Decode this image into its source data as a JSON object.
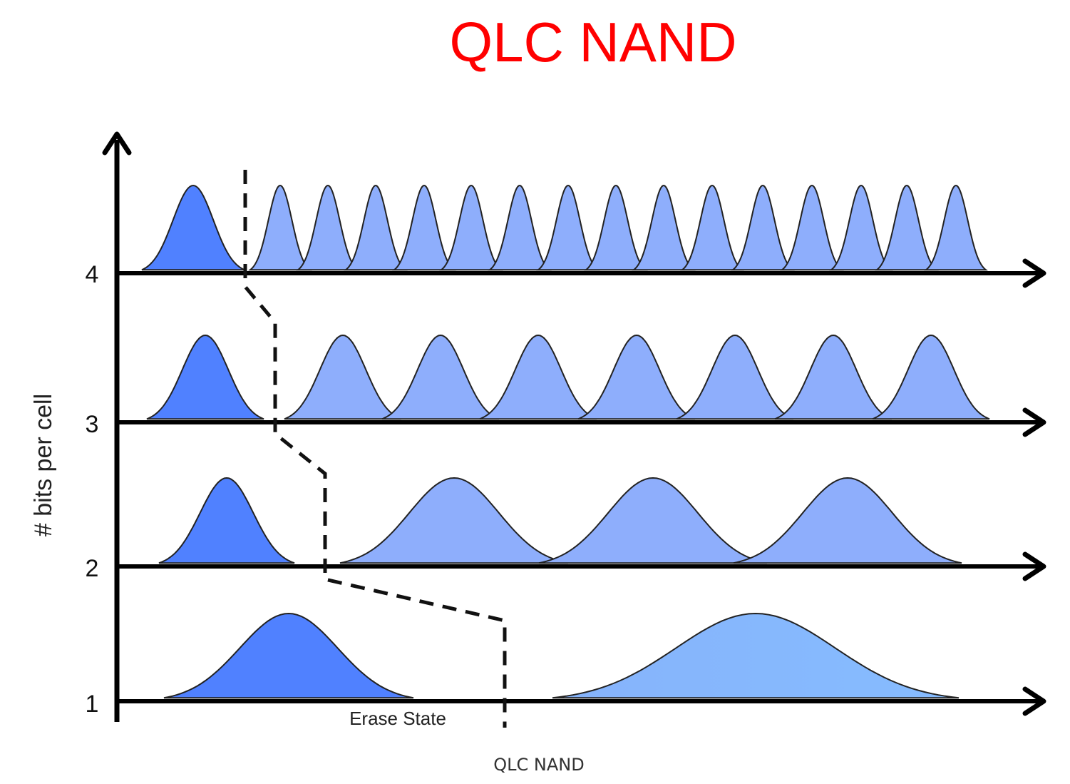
{
  "title": "QLC NAND",
  "caption": "QLC NAND",
  "y_axis_label": "# bits per cell",
  "erase_label": "Erase State",
  "colors": {
    "title": "#ff0000",
    "erase_state_fill": "#5081ff",
    "state_fill": "#8eaefc",
    "single_programmed_fill": "#86b8ff",
    "outline": "#222222",
    "axis": "#000000"
  },
  "rows": [
    {
      "bits_per_cell": 4,
      "tick_label": "4",
      "states": 16
    },
    {
      "bits_per_cell": 3,
      "tick_label": "3",
      "states": 8
    },
    {
      "bits_per_cell": 2,
      "tick_label": "2",
      "states": 4
    },
    {
      "bits_per_cell": 1,
      "tick_label": "1",
      "states": 2
    }
  ]
}
